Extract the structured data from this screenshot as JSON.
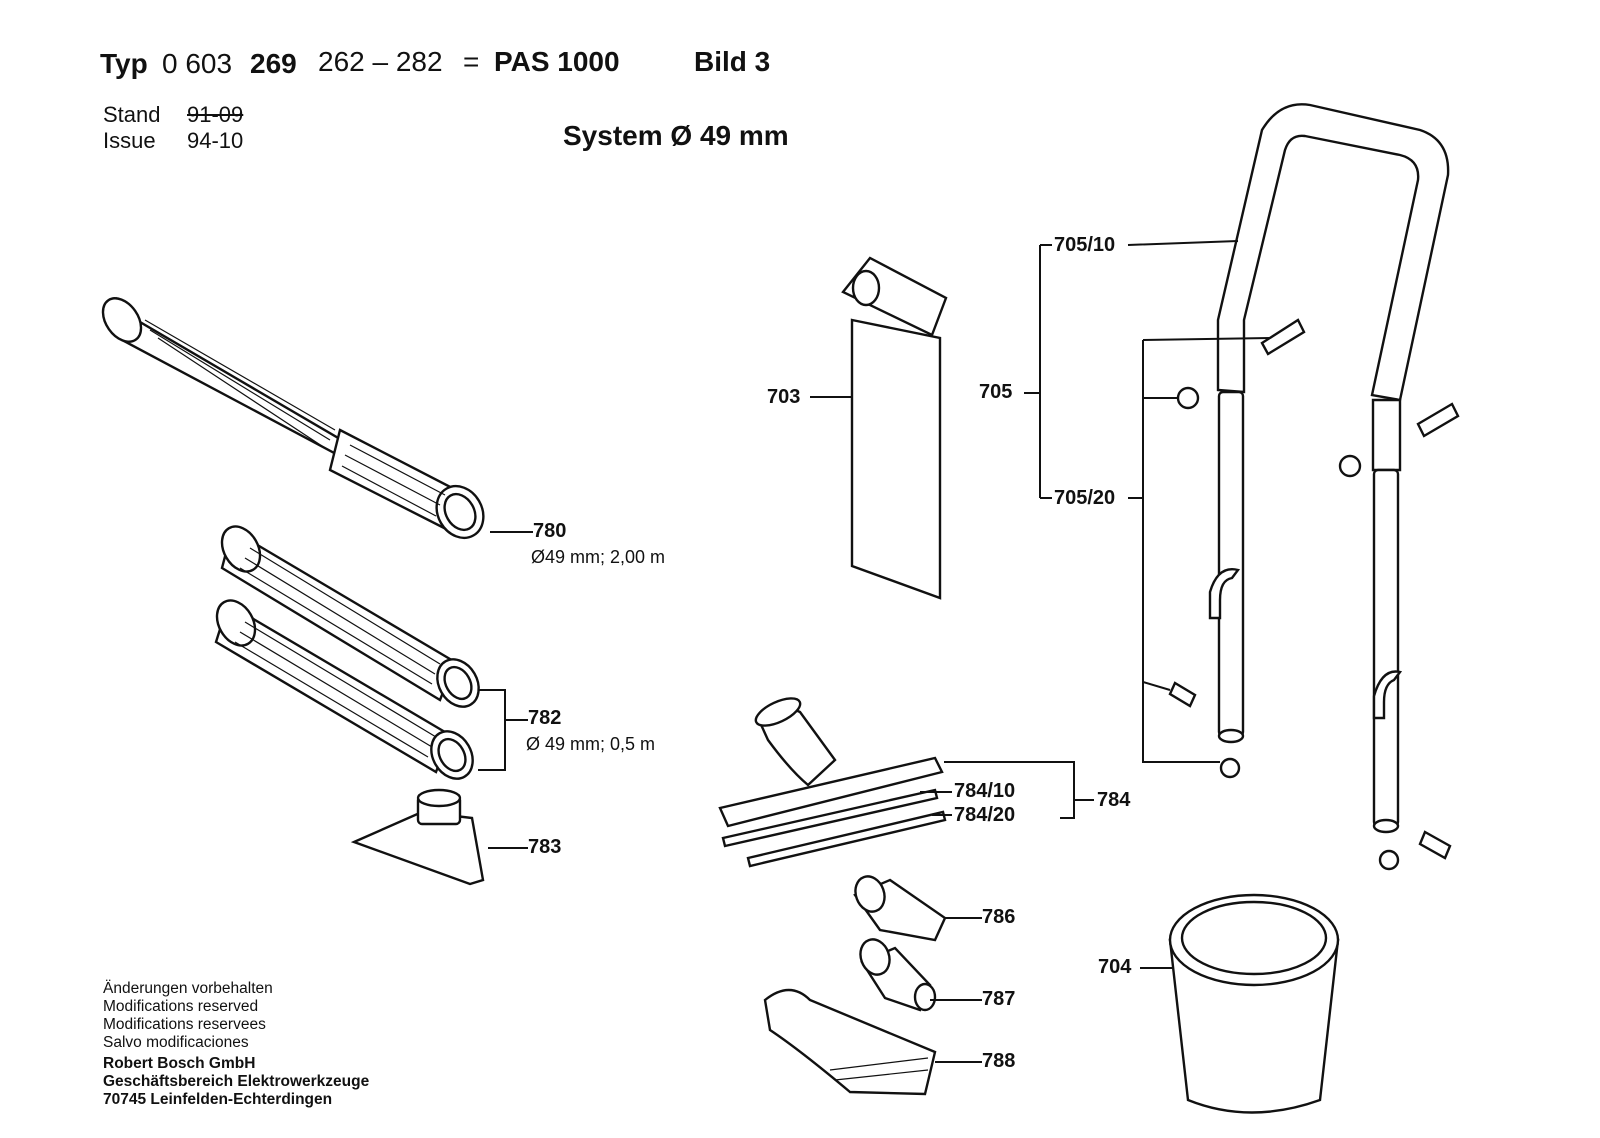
{
  "header": {
    "typ_label": "Typ",
    "typ_prefix": "0 603",
    "typ_code": "269",
    "typ_range": "262 – 282",
    "equals": "=",
    "model": "PAS 1000",
    "bild": "Bild 3",
    "stand_label": "Stand",
    "stand_value": "91-09",
    "issue_label": "Issue",
    "issue_value": "94-10",
    "system": "System Ø 49 mm"
  },
  "parts": {
    "p703": "703",
    "p705": "705",
    "p705_10": "705/10",
    "p705_20": "705/20",
    "p780": "780",
    "p780_spec": "Ø49 mm; 2,00 m",
    "p782": "782",
    "p782_spec": "Ø 49 mm; 0,5 m",
    "p783": "783",
    "p784": "784",
    "p784_10": "784/10",
    "p784_20": "784/20",
    "p786": "786",
    "p787": "787",
    "p788": "788",
    "p704": "704"
  },
  "footer": {
    "line1": "Änderungen vorbehalten",
    "line2": "Modifications reserved",
    "line3": "Modifications reservees",
    "line4": "Salvo modificaciones",
    "company": "Robert Bosch GmbH",
    "division": "Geschäftsbereich Elektrowerkzeuge",
    "address": "70745 Leinfelden-Echterdingen"
  }
}
